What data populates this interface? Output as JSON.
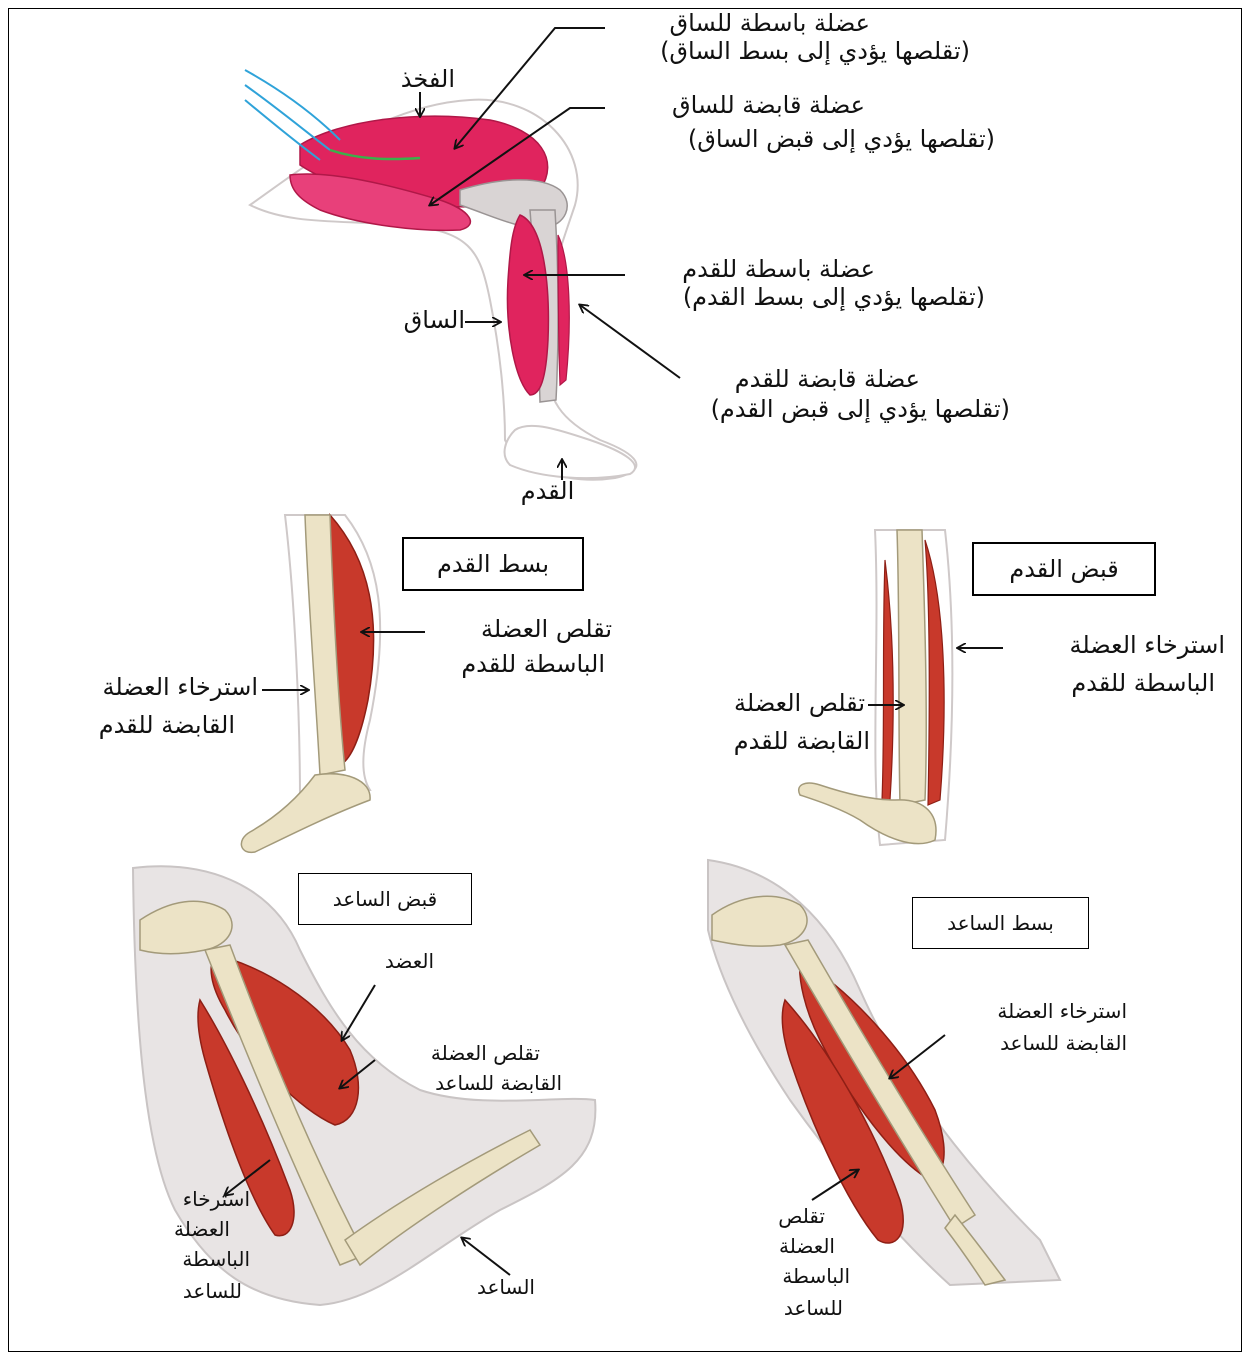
{
  "leg_top": {
    "thigh_label": "الفخذ",
    "shank_label": "الساق",
    "foot_label": "القدم",
    "leg_extensor_title": "عضلة باسطة للساق",
    "leg_extensor_note": "(تقلصها يؤدي إلى بسط الساق)",
    "leg_flexor_title": "عضلة قابضة للساق",
    "leg_flexor_note": "(تقلصها يؤدي إلى قبض الساق)",
    "foot_extensor_title": "عضلة باسطة للقدم",
    "foot_extensor_note": "(تقلصها يؤدي إلى بسط القدم)",
    "foot_flexor_title": "عضلة قابضة للقدم",
    "foot_flexor_note": "(تقلصها يؤدي إلى قبض القدم)"
  },
  "foot_extension": {
    "title": "بسط القدم",
    "contract_line1": "تقلص العضلة",
    "contract_line2": "الباسطة للقدم",
    "relax_line1": "استرخاء العضلة",
    "relax_line2": "القابضة للقدم"
  },
  "foot_flexion": {
    "title": "قبض القدم",
    "relax_line1": "استرخاء العضلة",
    "relax_line2": "الباسطة للقدم",
    "contract_line1": "تقلص العضلة",
    "contract_line2": "القابضة للقدم"
  },
  "forearm_flexion": {
    "title": "قبض الساعد",
    "upper_arm_label": "العضد",
    "contract_line1": "تقلص العضلة",
    "contract_line2": "القابضة للساعد",
    "relax_line1": "استرخاء",
    "relax_line2": "العضلة",
    "relax_line3": "الباسطة",
    "relax_line4": "للساعد",
    "forearm_label": "الساعد"
  },
  "forearm_extension": {
    "title": "بسط الساعد",
    "relax_line1": "استرخاء العضلة",
    "relax_line2": "القابضة للساعد",
    "contract_line1": "تقلص",
    "contract_line2": "العضلة",
    "contract_line3": "الباسطة",
    "contract_line4": "للساعد"
  },
  "colors": {
    "muscle_pink": "#e0245e",
    "muscle_red": "#c8392b",
    "bone": "#ece3c6",
    "skin": "#e8e4e4"
  }
}
